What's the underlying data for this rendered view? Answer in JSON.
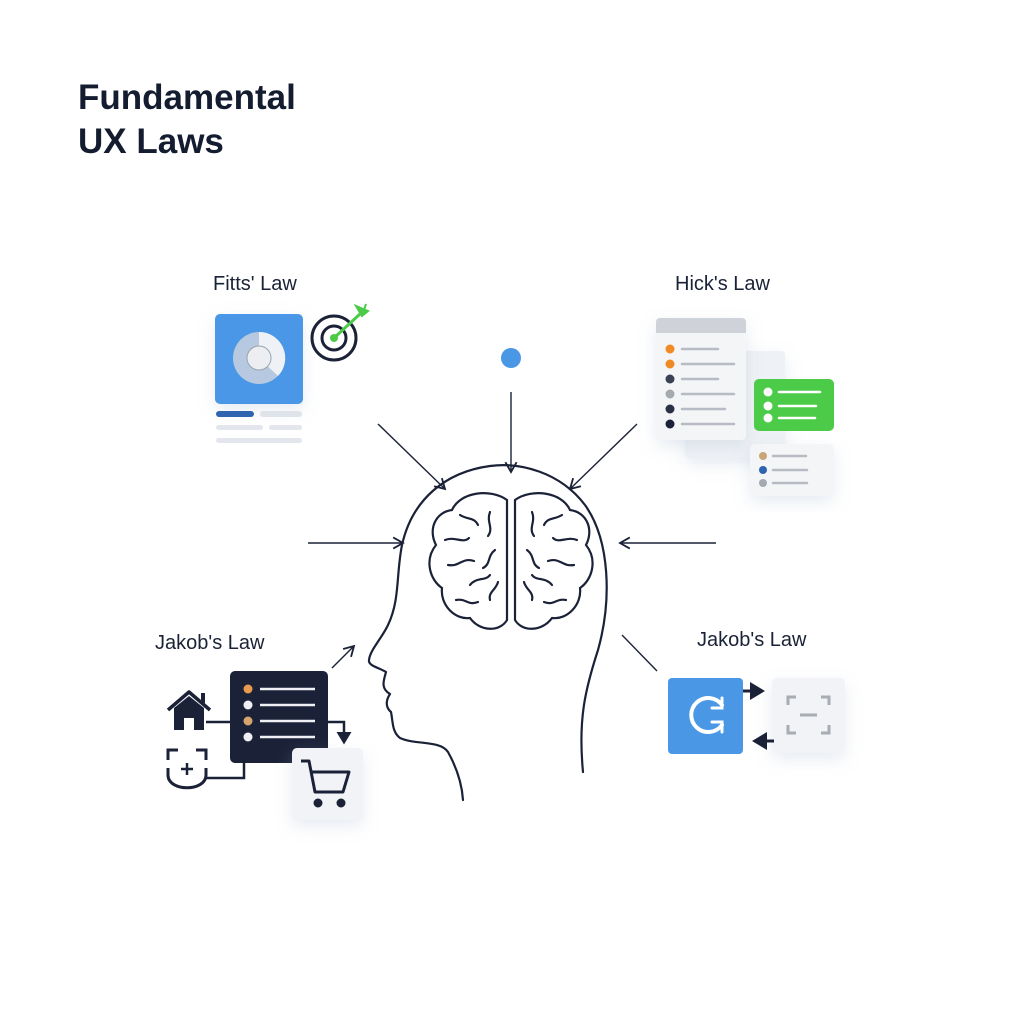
{
  "title": {
    "line1": "Fundamental",
    "line2": "UX Laws"
  },
  "laws": [
    {
      "label": "Fitts' Law"
    },
    {
      "label": "Hick's Law"
    },
    {
      "label": "Jakob's Law"
    },
    {
      "label": "Jakob's Law"
    }
  ],
  "colors": {
    "blue": "#4a97e6",
    "green": "#4ccb48",
    "orange": "#f08a24",
    "navy": "#1b2238",
    "gray": "#f1f3f7"
  }
}
